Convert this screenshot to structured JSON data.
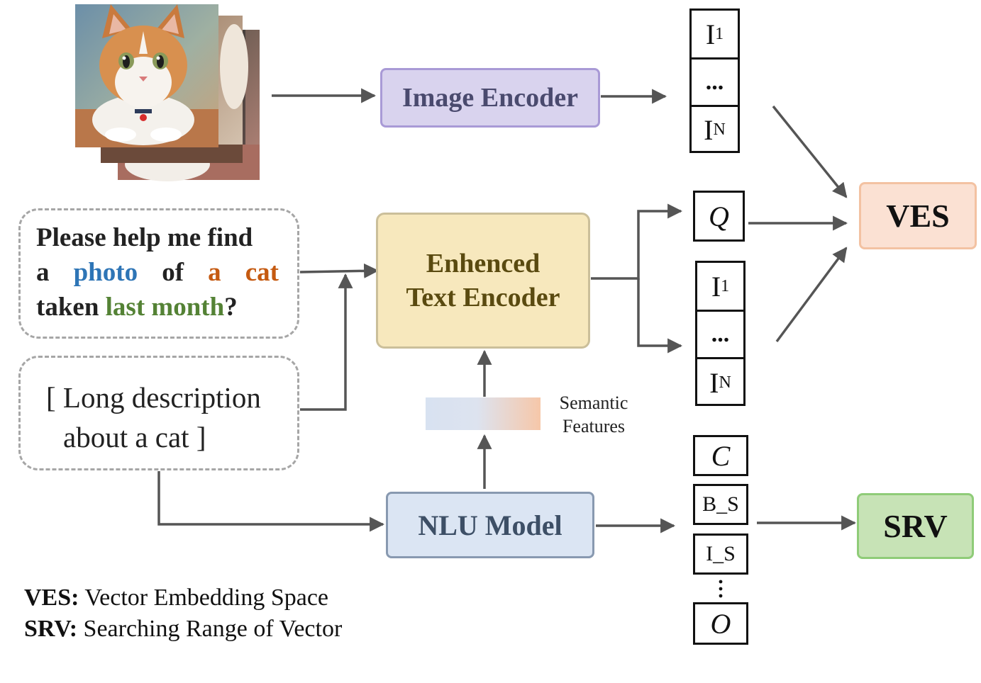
{
  "colors": {
    "arrow": "#555555",
    "image_encoder_fill": "#d9d3ee",
    "image_encoder_text": "#4a4a6e",
    "text_encoder_fill": "#f7e8bd",
    "text_encoder_text": "#5a4a10",
    "nlu_fill": "#dbe5f3",
    "nlu_text": "#3d4f66",
    "ves_fill": "#fbe1d3",
    "srv_fill": "#c7e3b6",
    "query_blue": "#2e75b6",
    "query_orange": "#c55a11",
    "query_green": "#548235"
  },
  "image_stack": {
    "icon": "cat-photo-stack"
  },
  "image_encoder": {
    "label": "Image Encoder"
  },
  "image_embeddings": {
    "first": "I",
    "first_sub": "1",
    "middle": "...",
    "last": "I",
    "last_sub": "N"
  },
  "query": {
    "line1": "Please help me find",
    "line2": [
      {
        "text": "a",
        "color": "default"
      },
      {
        "text": "photo",
        "color": "blue"
      },
      {
        "text": "of",
        "color": "default"
      },
      {
        "text": "a",
        "color": "orange"
      },
      {
        "text": "cat",
        "color": "orange"
      }
    ],
    "line3": [
      {
        "text": "taken ",
        "color": "default"
      },
      {
        "text": "last month",
        "color": "green"
      },
      {
        "text": "?",
        "color": "default"
      }
    ]
  },
  "description": {
    "line1": "[ Long description",
    "line2": "about a cat ]"
  },
  "text_encoder": {
    "line1": "Enhenced",
    "line2": "Text Encoder"
  },
  "q_label": "Q",
  "text_embeddings": {
    "first": "I",
    "first_sub": "1",
    "middle": "...",
    "last": "I",
    "last_sub": "N"
  },
  "semantic_features": {
    "line1": "Semantic",
    "line2": "Features"
  },
  "nlu_model": {
    "label": "NLU Model"
  },
  "nlu_outputs": {
    "c": "C",
    "bs": "B_S",
    "is": "I_S",
    "o": "O"
  },
  "ves": {
    "label": "VES"
  },
  "srv": {
    "label": "SRV"
  },
  "legend": {
    "ves_term": "VES:",
    "ves_desc": " Vector Embedding Space",
    "srv_term": "SRV:",
    "srv_desc": " Searching Range of Vector"
  }
}
